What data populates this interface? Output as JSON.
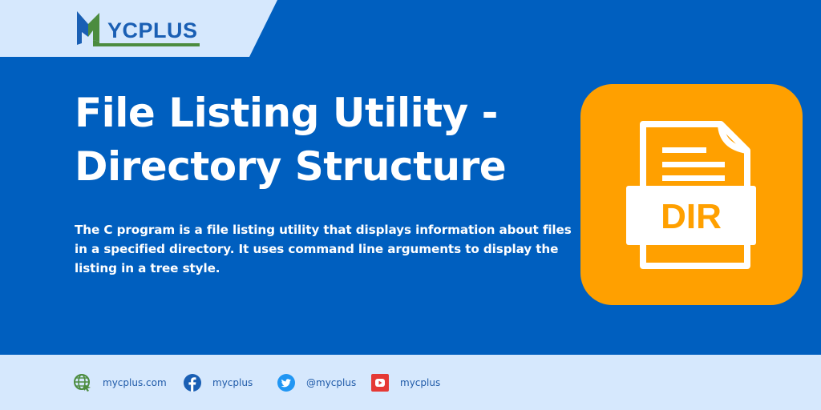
{
  "brand": {
    "logo_text": "YCPLUS",
    "logo_initial": "M",
    "colors": {
      "blue": "#1a5fb4",
      "green": "#4c8c3f"
    }
  },
  "header": {
    "title_line1": "File Listing Utility -",
    "title_line2": "Directory Structure"
  },
  "description": "The C program is a file listing utility that displays information about files in a specified directory. It uses command line arguments to display the listing in a tree style.",
  "file_icon": {
    "label": "DIR",
    "card_color": "#ffa000"
  },
  "footer": {
    "items": [
      {
        "icon": "globe-icon",
        "label": "mycplus.com"
      },
      {
        "icon": "facebook-icon",
        "label": "mycplus"
      },
      {
        "icon": "twitter-icon",
        "label": "@mycplus"
      },
      {
        "icon": "youtube-icon",
        "label": "mycplus"
      }
    ]
  },
  "colors": {
    "background": "#005fbf",
    "band": "#d6e8fd",
    "text": "#ffffff"
  }
}
